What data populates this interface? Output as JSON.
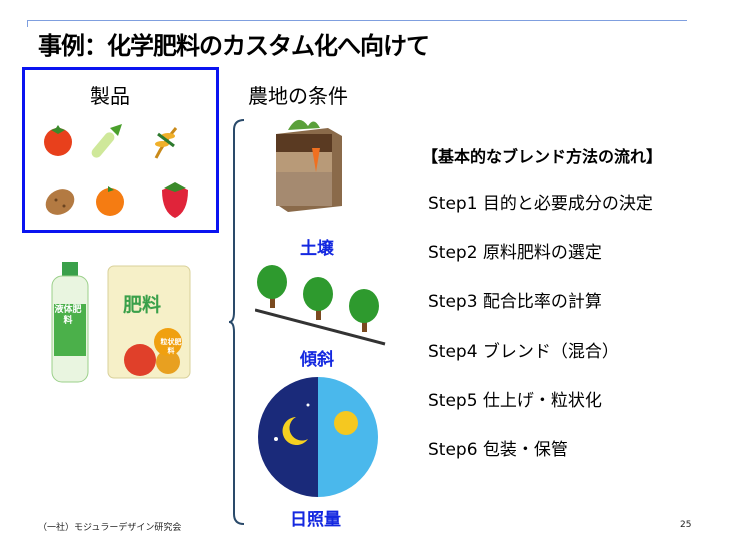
{
  "title": "事例：化学肥料のカスタム化へ向けて",
  "products": {
    "label": "製品",
    "icons": [
      "tomato-icon",
      "green-onion-icon",
      "wheat-icon",
      "potato-icon",
      "orange-icon",
      "strawberry-icon"
    ]
  },
  "farm": {
    "label": "農地の条件",
    "conditions": [
      {
        "label": "土壌"
      },
      {
        "label": "傾斜"
      },
      {
        "label": "日照量"
      }
    ]
  },
  "fertilizer": {
    "bottle_text": "液体肥料",
    "bag_text": "肥料",
    "bag_badge": "粒状肥料"
  },
  "process": {
    "header": "【基本的なブレンド方法の流れ】",
    "steps": [
      "Step1 目的と必要成分の決定",
      "Step2 原料肥料の選定",
      "Step3 配合比率の計算",
      "Step4 ブレンド（混合）",
      "Step5 仕上げ・粒状化",
      "Step6 包装・保管"
    ]
  },
  "footer": {
    "org": "（一社）モジュラーデザイン研究会",
    "page": "25"
  },
  "colors": {
    "accent": "#0a14f0",
    "label": "#1428e0",
    "line": "#7f9fdf"
  }
}
